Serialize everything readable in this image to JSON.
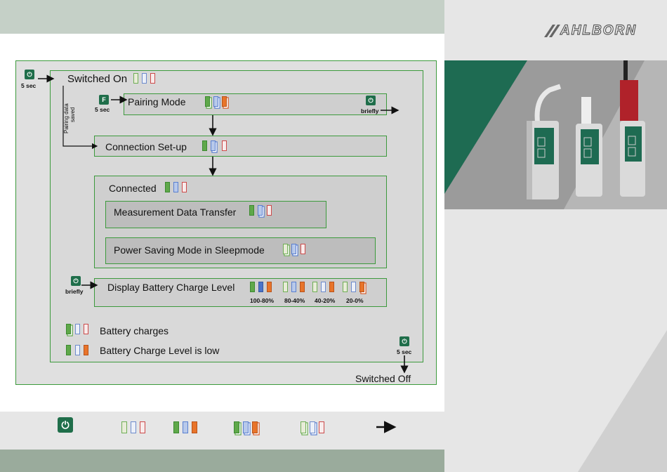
{
  "brand": {
    "logo_text": "AHLBORN"
  },
  "diagram": {
    "switched_on": "Switched On",
    "pairing_mode": "Pairing Mode",
    "connection_setup": "Connection Set-up",
    "connected": "Connected",
    "measurement_transfer": "Measurement Data Transfer",
    "power_saving": "Power Saving Mode in Sleepmode",
    "display_battery": "Display Battery Charge Level",
    "battery_charges": "Battery charges",
    "battery_low": "Battery Charge Level is low",
    "switched_off": "Switched Off",
    "pairing_saved": "Pairing data saved",
    "pairing_saved_line1": "Pairing data",
    "pairing_saved_line2": "saved",
    "power_5sec_left": "5 sec",
    "f_5sec": "5 sec",
    "f_key": "F",
    "briefly_pairing": "briefly",
    "briefly_display": "briefly",
    "power_5sec_off": "5 sec",
    "levels": [
      "100-80%",
      "80-40%",
      "40-20%",
      "20-0%"
    ]
  },
  "legend_bar": {
    "items": [
      "power-button",
      "batteries-outline",
      "batteries-low",
      "batteries-blinking",
      "batteries-charging",
      "arrow"
    ]
  },
  "colors": {
    "green": "#3c9a3c",
    "button": "#1f6e4a",
    "orange": "#e8742a",
    "blue": "#4a74c9",
    "red": "#cc4a4a"
  }
}
